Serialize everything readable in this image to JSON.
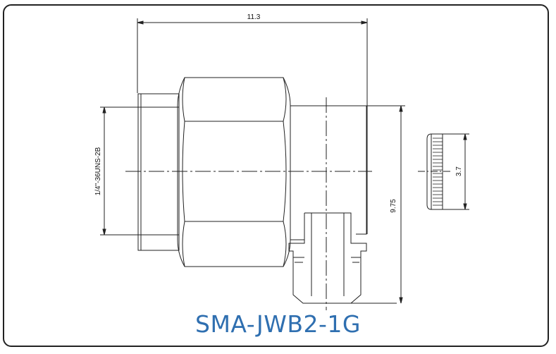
{
  "title": "SMA-JWB2-1G",
  "dimensions": {
    "overall_length": "11.3",
    "thread": "1/4\"-36UNS-2B",
    "height": "9.75",
    "end_view_diameter": "3.7"
  },
  "colors": {
    "title": "#2f6fb0",
    "line": "#222222",
    "frame": "#222222"
  }
}
